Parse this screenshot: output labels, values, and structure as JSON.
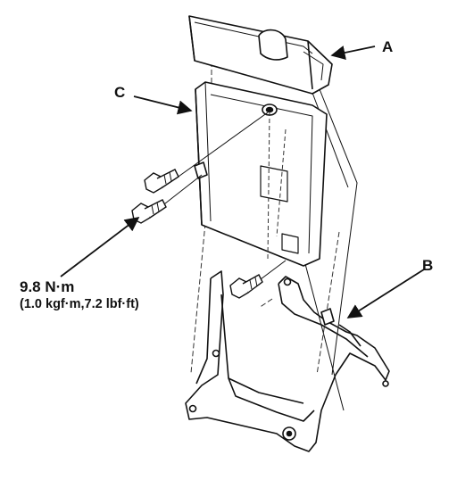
{
  "labels": {
    "a": "A",
    "b": "B",
    "c": "C"
  },
  "torque": {
    "line1": "9.8 N·m",
    "line2": "(1.0 kgf·m,7.2 lbf·ft)"
  },
  "colors": {
    "stroke": "#111111",
    "hatch": "#555555",
    "paper": "#ffffff"
  }
}
